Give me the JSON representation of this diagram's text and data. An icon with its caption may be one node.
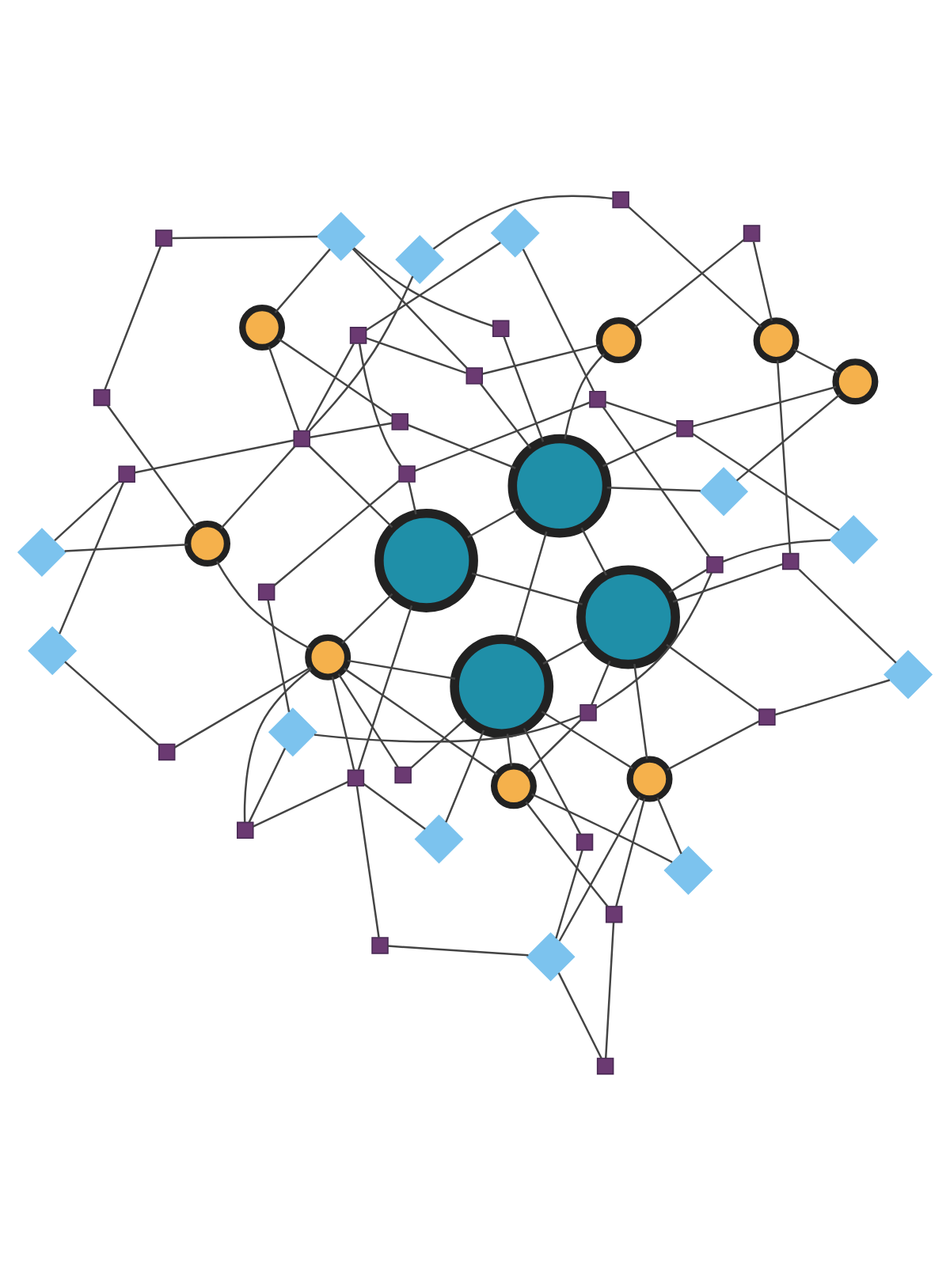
{
  "diagram": {
    "nodes": [
      {
        "text": [],
        "shape": "box"
      },
      {
        "text": [],
        "shape": "circle"
      },
      {
        "text": [],
        "shape": "diamond"
      },
      {
        "text": [],
        "shape": "diamond"
      },
      {
        "text": [],
        "shape": "box"
      },
      {
        "text": [],
        "shape": "box"
      },
      {
        "text": [],
        "shape": "circle"
      },
      {
        "text": [],
        "shape": "box"
      },
      {
        "text": [],
        "shape": "box"
      },
      {
        "text": [],
        "shape": "diamond"
      },
      {
        "text": [],
        "shape": "circle"
      },
      {
        "text": [],
        "shape": "box"
      },
      {
        "text": [],
        "shape": "diamond"
      },
      {
        "text": [],
        "shape": "box"
      },
      {
        "text": [],
        "shape": "circle"
      },
      {
        "text": [],
        "shape": "box"
      },
      {
        "text": [],
        "shape": "box"
      },
      {
        "text": [],
        "shape": "diamond"
      },
      {
        "text": [],
        "shape": "circle"
      },
      {
        "text": [],
        "shape": "box"
      },
      {
        "text": [],
        "shape": "diamond"
      },
      {
        "text": [],
        "shape": "box"
      },
      {
        "text": [],
        "shape": "box"
      },
      {
        "text": [],
        "shape": "box"
      },
      {
        "text": [],
        "shape": "box"
      },
      {
        "text": [],
        "shape": "box"
      },
      {
        "text": [],
        "shape": "circle"
      },
      {
        "text": [],
        "shape": "circle"
      },
      {
        "text": [],
        "shape": "box"
      },
      {
        "text": [],
        "shape": "diamond"
      },
      {
        "text": [],
        "shape": "diamond"
      },
      {
        "text": [],
        "shape": "box"
      },
      {
        "text": [],
        "shape": "box"
      },
      {
        "text": [],
        "shape": "circle"
      },
      {
        "text": [],
        "shape": "box"
      },
      {
        "text": [],
        "shape": "circle"
      },
      {
        "text": [],
        "shape": "box"
      },
      {
        "text": [],
        "shape": "diamond"
      },
      {
        "text": [],
        "shape": "box"
      },
      {
        "text": [],
        "shape": "diamond"
      },
      {
        "text": [],
        "shape": "box"
      },
      {
        "text": [],
        "shape": "box"
      },
      {
        "text": [],
        "shape": "circle"
      },
      {
        "text": [],
        "shape": "circle"
      },
      {
        "text": [],
        "shape": "diamond"
      },
      {
        "text": [],
        "shape": "box"
      },
      {
        "text": [],
        "shape": "box"
      },
      {
        "text": [],
        "shape": "diamond"
      },
      {
        "text": [],
        "shape": "circle"
      },
      {
        "text": [],
        "shape": "box"
      }
    ],
    "edges": [
      {
        "from": 2,
        "to": 0,
        "arrow": "none"
      },
      {
        "from": 0,
        "to": 1,
        "arrow": "none"
      },
      {
        "from": 2,
        "to": 6,
        "arrow": "none"
      },
      {
        "from": 2,
        "to": 5,
        "arrow": "none"
      },
      {
        "from": 2,
        "to": 11,
        "arrow": "none"
      },
      {
        "from": 6,
        "to": 1,
        "arrow": "none"
      },
      {
        "from": 1,
        "to": 3,
        "arrow": "none"
      },
      {
        "from": 1,
        "to": 4,
        "arrow": "none"
      },
      {
        "from": 3,
        "to": 7,
        "arrow": "none"
      },
      {
        "from": 4,
        "to": 10,
        "arrow": "none"
      },
      {
        "from": 1,
        "to": 14,
        "arrow": "none"
      },
      {
        "from": 1,
        "to": 18,
        "arrow": "none"
      },
      {
        "from": 1,
        "to": 43,
        "arrow": "none"
      },
      {
        "from": 1,
        "to": 10,
        "arrow": "none"
      },
      {
        "from": 6,
        "to": 8,
        "arrow": "none"
      },
      {
        "from": 6,
        "to": 12,
        "arrow": "none"
      },
      {
        "from": 6,
        "to": 18,
        "arrow": "none"
      },
      {
        "from": 5,
        "to": 8,
        "arrow": "none"
      },
      {
        "from": 9,
        "to": 13,
        "arrow": "none"
      },
      {
        "from": 13,
        "to": 18,
        "arrow": "none"
      },
      {
        "from": 9,
        "to": 22,
        "arrow": "none"
      },
      {
        "from": 13,
        "to": 6,
        "arrow": "none"
      },
      {
        "from": 8,
        "to": 14,
        "arrow": "none"
      },
      {
        "from": 11,
        "to": 7,
        "arrow": "none"
      },
      {
        "from": 7,
        "to": 10,
        "arrow": "none"
      },
      {
        "from": 12,
        "to": 14,
        "arrow": "none"
      },
      {
        "from": 7,
        "to": 15,
        "arrow": "none"
      },
      {
        "from": 7,
        "to": 27,
        "arrow": "none"
      },
      {
        "from": 15,
        "to": 10,
        "arrow": "none"
      },
      {
        "from": 10,
        "to": 16,
        "arrow": "none"
      },
      {
        "from": 10,
        "to": 27,
        "arrow": "none"
      },
      {
        "from": 10,
        "to": 33,
        "arrow": "none"
      },
      {
        "from": 14,
        "to": 10,
        "arrow": "none"
      },
      {
        "from": 14,
        "to": 19,
        "arrow": "none"
      },
      {
        "from": 18,
        "to": 19,
        "arrow": "none"
      },
      {
        "from": 19,
        "to": 17,
        "arrow": "none"
      },
      {
        "from": 17,
        "to": 15,
        "arrow": "none"
      },
      {
        "from": 17,
        "to": 21,
        "arrow": "none"
      },
      {
        "from": 21,
        "to": 25,
        "arrow": "none"
      },
      {
        "from": 18,
        "to": 27,
        "arrow": "none"
      },
      {
        "from": 18,
        "to": 23,
        "arrow": "none"
      },
      {
        "from": 18,
        "to": 22,
        "arrow": "none"
      },
      {
        "from": 18,
        "to": 43,
        "arrow": "none"
      },
      {
        "from": 22,
        "to": 26,
        "arrow": "none"
      },
      {
        "from": 16,
        "to": 20,
        "arrow": "none"
      },
      {
        "from": 20,
        "to": 24,
        "arrow": "none"
      },
      {
        "from": 24,
        "to": 29,
        "arrow": "none"
      },
      {
        "from": 24,
        "to": 32,
        "arrow": "none"
      },
      {
        "from": 23,
        "to": 19,
        "arrow": "none"
      },
      {
        "from": 23,
        "to": 28,
        "arrow": "none"
      },
      {
        "from": 23,
        "to": 30,
        "arrow": "none"
      },
      {
        "from": 28,
        "to": 25,
        "arrow": "none"
      },
      {
        "from": 25,
        "to": 27,
        "arrow": "none"
      },
      {
        "from": 28,
        "to": 37,
        "arrow": "none"
      },
      {
        "from": 25,
        "to": 36,
        "arrow": "none"
      },
      {
        "from": 27,
        "to": 43,
        "arrow": "none"
      },
      {
        "from": 27,
        "to": 32,
        "arrow": "none"
      },
      {
        "from": 26,
        "to": 35,
        "arrow": "none"
      },
      {
        "from": 26,
        "to": 34,
        "arrow": "none"
      },
      {
        "from": 26,
        "to": 45,
        "arrow": "none"
      },
      {
        "from": 30,
        "to": 31,
        "arrow": "none"
      },
      {
        "from": 31,
        "to": 28,
        "arrow": "none"
      },
      {
        "from": 31,
        "to": 43,
        "arrow": "none"
      },
      {
        "from": 32,
        "to": 33,
        "arrow": "none"
      },
      {
        "from": 32,
        "to": 36,
        "arrow": "none"
      },
      {
        "from": 32,
        "to": 42,
        "arrow": "none"
      },
      {
        "from": 32,
        "to": 41,
        "arrow": "none"
      },
      {
        "from": 36,
        "to": 37,
        "arrow": "none"
      },
      {
        "from": 36,
        "to": 49,
        "arrow": "none"
      },
      {
        "from": 33,
        "to": 38,
        "arrow": "none"
      },
      {
        "from": 33,
        "to": 29,
        "arrow": "none"
      },
      {
        "from": 38,
        "to": 46,
        "arrow": "none"
      },
      {
        "from": 39,
        "to": 32,
        "arrow": "none"
      },
      {
        "from": 39,
        "to": 34,
        "arrow": "none"
      },
      {
        "from": 45,
        "to": 48,
        "arrow": "none"
      },
      {
        "from": 44,
        "to": 43,
        "arrow": "none"
      },
      {
        "from": 44,
        "to": 35,
        "arrow": "none"
      },
      {
        "from": 43,
        "to": 48,
        "arrow": "none"
      },
      {
        "from": 48,
        "to": 49,
        "arrow": "none"
      },
      {
        "from": 49,
        "to": 43,
        "arrow": "none"
      },
      {
        "from": 49,
        "to": 47,
        "arrow": "none"
      },
      {
        "from": 43,
        "to": 41,
        "arrow": "none"
      },
      {
        "from": 43,
        "to": 40,
        "arrow": "none"
      },
      {
        "from": 40,
        "to": 47,
        "arrow": "none"
      },
      {
        "from": 47,
        "to": 42,
        "arrow": "none"
      },
      {
        "from": 47,
        "to": 46,
        "arrow": "none"
      },
      {
        "from": 41,
        "to": 42,
        "arrow": "none"
      },
      {
        "from": 35,
        "to": 31,
        "arrow": "none"
      }
    ]
  }
}
